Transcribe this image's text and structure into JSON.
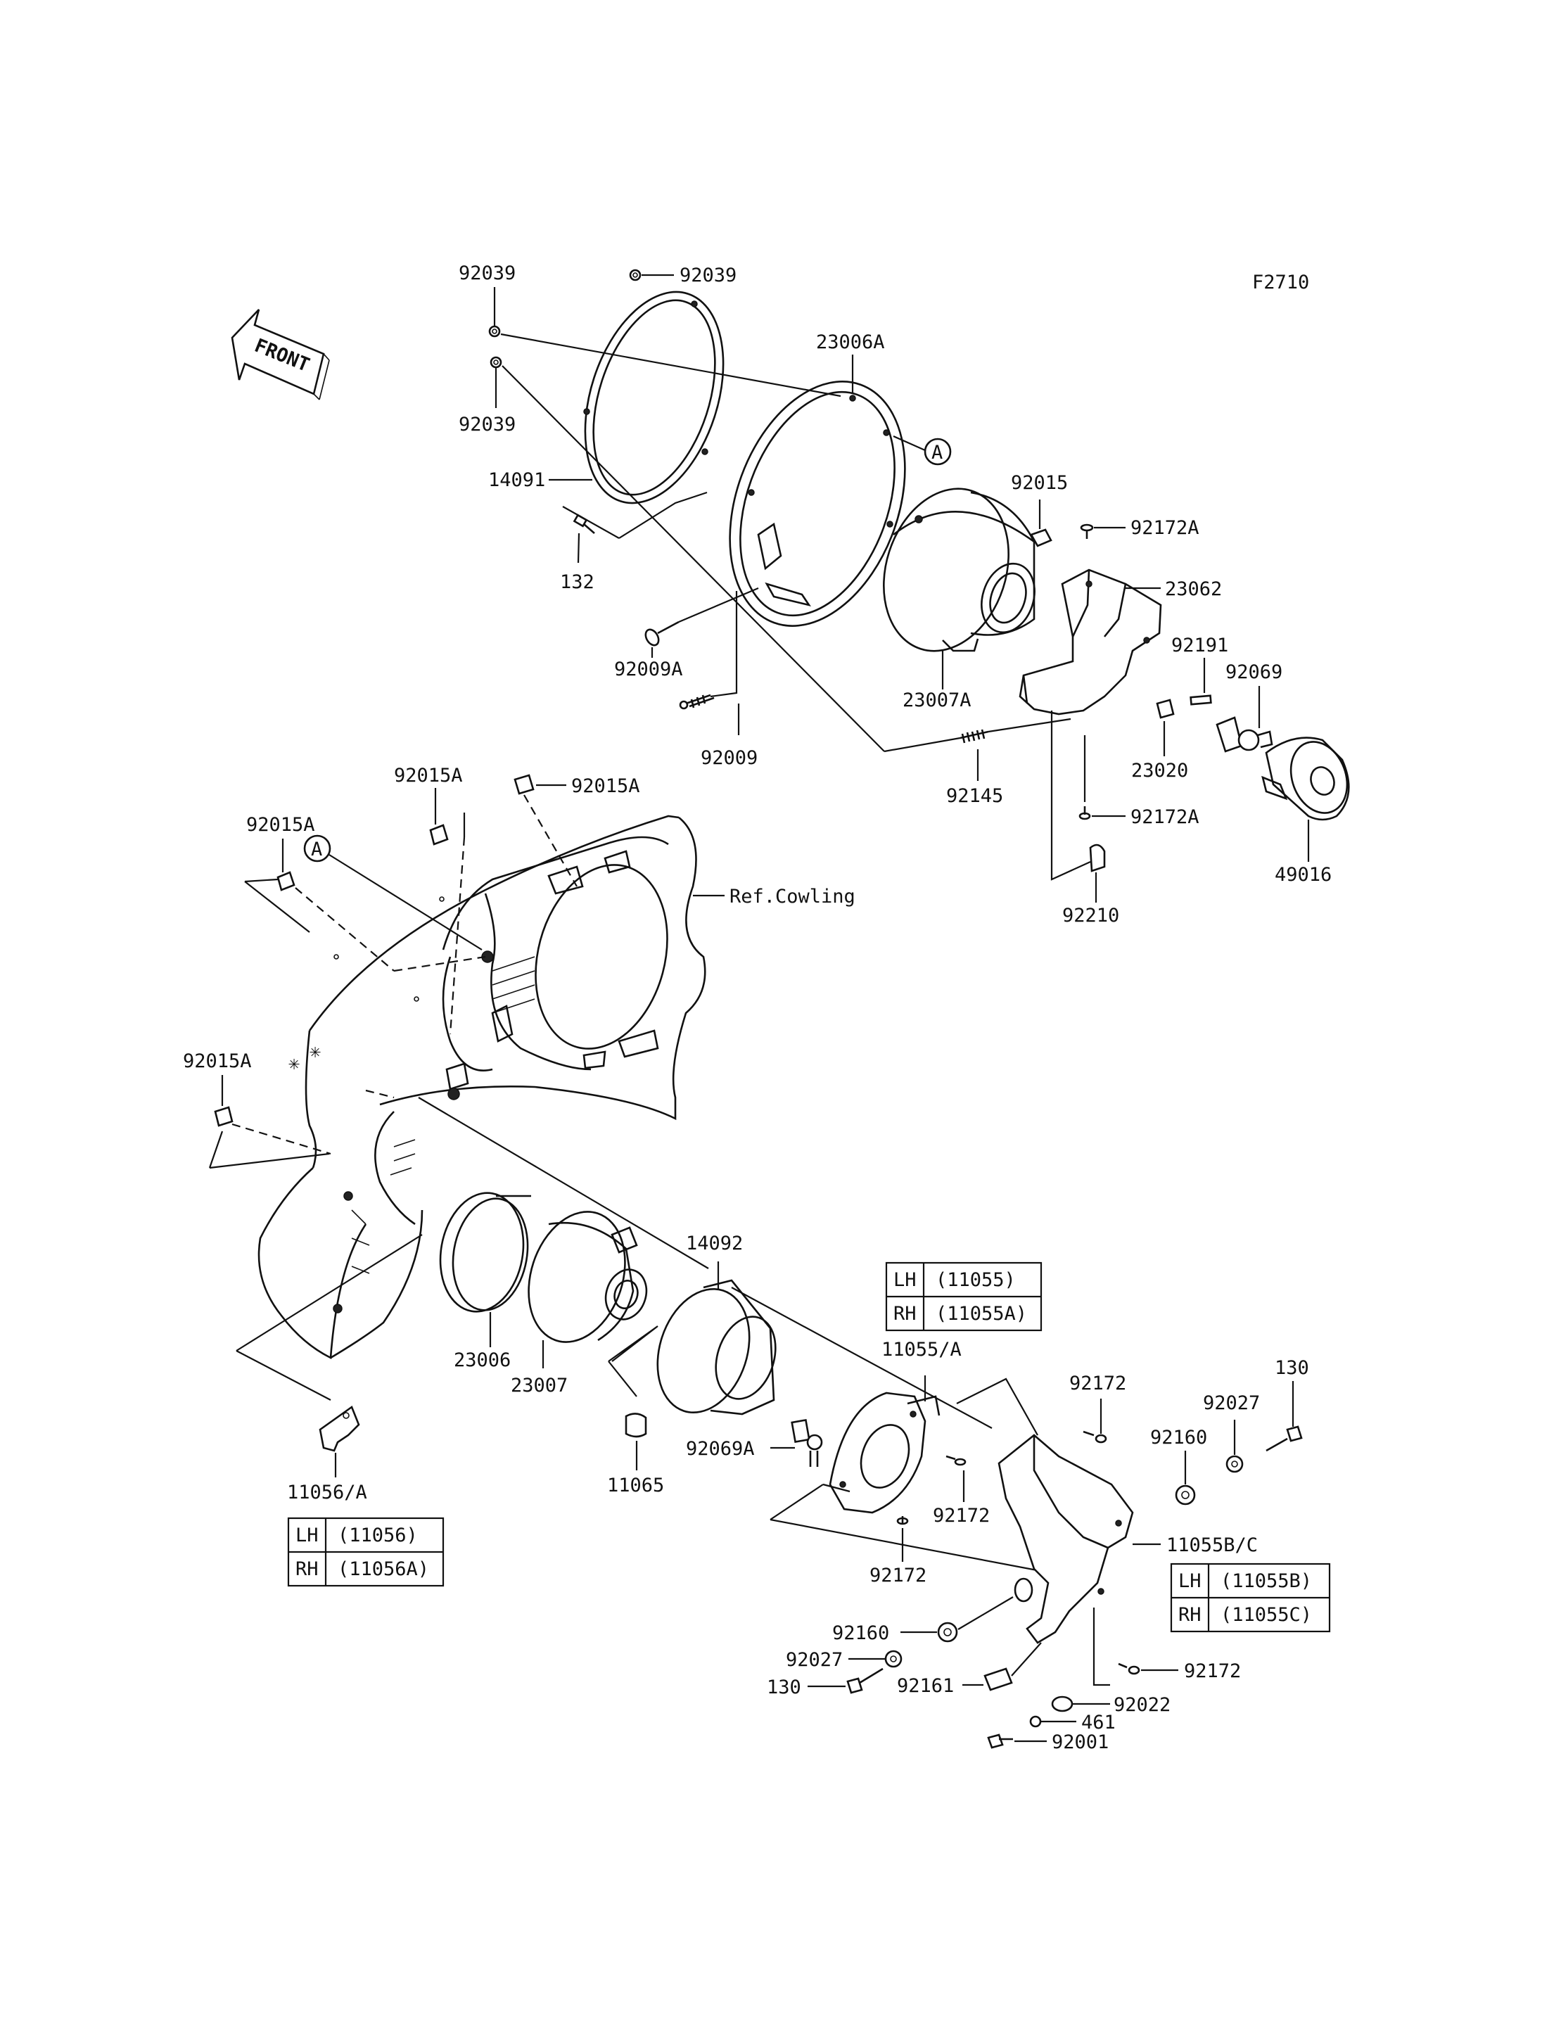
{
  "figure_code": "F2710",
  "front_label": "FRONT",
  "circle_ref": "A",
  "ref_cowling": "Ref.Cowling",
  "labels": {
    "p92039_a": "92039",
    "p92039_b": "92039",
    "p92039_c": "92039",
    "p23006A": "23006A",
    "p14091": "14091",
    "p132": "132",
    "p92009A": "92009A",
    "p92009": "92009",
    "p23007A": "23007A",
    "p92015": "92015",
    "p92172A_top": "92172A",
    "p23062": "23062",
    "p92191": "92191",
    "p92069": "92069",
    "p92145": "92145",
    "p23020": "23020",
    "p92172A_bot": "92172A",
    "p49016": "49016",
    "p92210": "92210",
    "p92015A_1": "92015A",
    "p92015A_2": "92015A",
    "p92015A_3": "92015A",
    "p92015A_4": "92015A",
    "p14092": "14092",
    "p23006": "23006",
    "p23007": "23007",
    "p11065": "11065",
    "p92069A": "92069A",
    "p11055A": "11055/A",
    "p92172_a": "92172",
    "p92172_b": "92172",
    "p92172_c": "92172",
    "p92172_d": "92172",
    "p92027_a": "92027",
    "p92027_b": "92027",
    "p130_a": "130",
    "p130_b": "130",
    "p92160_a": "92160",
    "p92160_b": "92160",
    "p11055BC": "11055B/C",
    "p92161": "92161",
    "p92022": "92022",
    "p461": "461",
    "p92001": "92001",
    "p11056A": "11056/A"
  },
  "tables": {
    "t11055": [
      [
        "LH",
        "(11055)"
      ],
      [
        "RH",
        "(11055A)"
      ]
    ],
    "t11056": [
      [
        "LH",
        "(11056)"
      ],
      [
        "RH",
        "(11056A)"
      ]
    ],
    "t11055BC": [
      [
        "LH",
        "(11055B)"
      ],
      [
        "RH",
        "(11055C)"
      ]
    ]
  }
}
